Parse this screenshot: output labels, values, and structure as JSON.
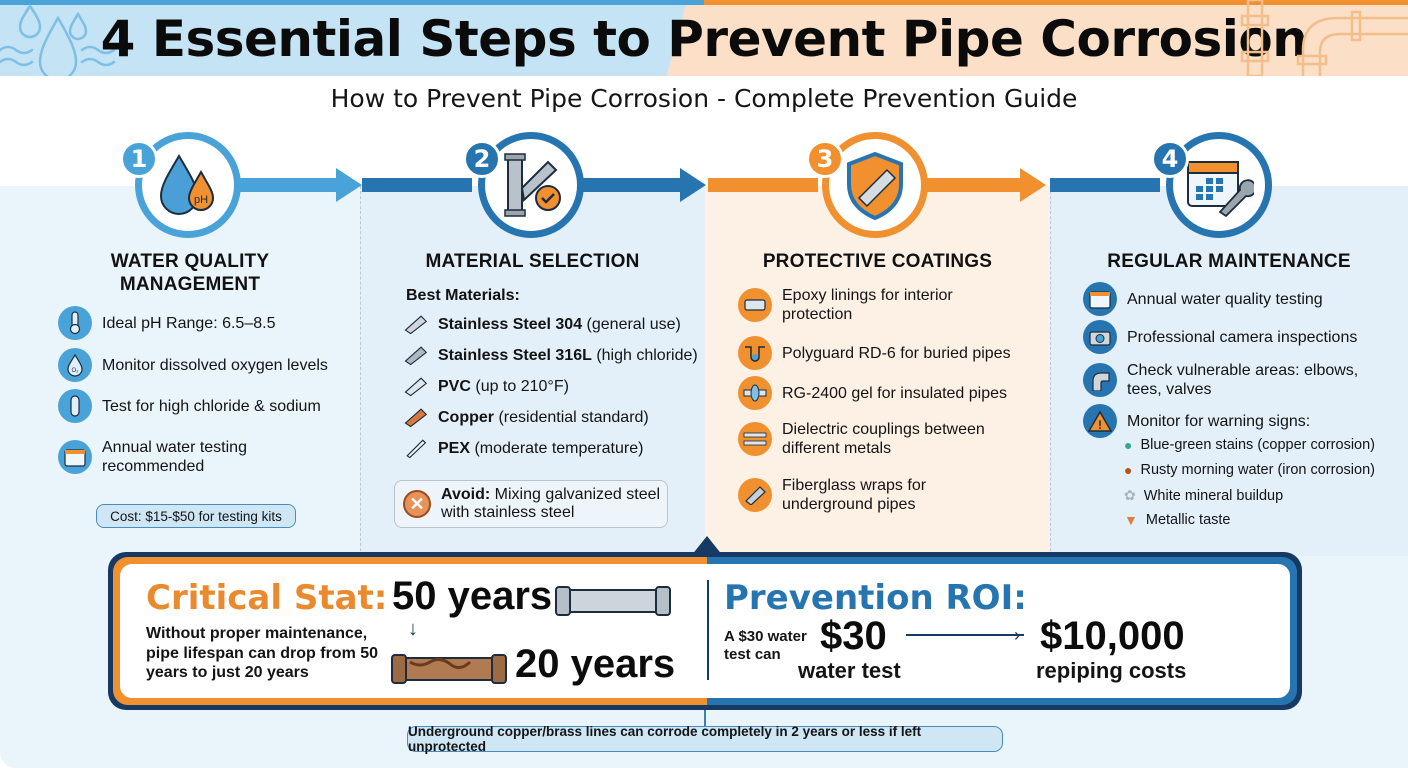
{
  "header": {
    "title": "4 Essential Steps to Prevent Pipe Corrosion",
    "subtitle": "How to Prevent Pipe Corrosion - Complete Prevention Guide",
    "left_icon": "water-drops-icon",
    "right_icon": "pipe-fittings-icon"
  },
  "colors": {
    "blue_light": "#4aa3d8",
    "blue_dark": "#2775b0",
    "navy": "#163a63",
    "orange": "#f0902f",
    "header_blue_bg": "#c4e3f5",
    "header_orange_bg": "#fbe0c7"
  },
  "steps": [
    {
      "number": "1",
      "icon": "water-ph-drops-icon",
      "title_line1": "WATER QUALITY",
      "title_line2": "MANAGEMENT",
      "items": [
        {
          "icon": "thermometer-icon",
          "text": "Ideal pH Range: 6.5–8.5"
        },
        {
          "icon": "oxygen-drop-icon",
          "text": "Monitor dissolved oxygen levels"
        },
        {
          "icon": "test-tube-icon",
          "text": "Test for high chloride & sodium"
        },
        {
          "icon": "calendar-icon",
          "text_line1": "Annual water testing",
          "text_line2": "recommended"
        }
      ],
      "cost_note": "Cost: $15-$50 for testing kits"
    },
    {
      "number": "2",
      "icon": "pipe-checkmark-icon",
      "title": "MATERIAL SELECTION",
      "subheading": "Best Materials:",
      "materials": [
        {
          "icon": "steel-pipe-icon",
          "name": "Stainless Steel 304",
          "note": "(general use)"
        },
        {
          "icon": "steel-pipe-icon",
          "name": "Stainless Steel 316L",
          "note": "(high chloride)"
        },
        {
          "icon": "pvc-pipe-icon",
          "name": "PVC",
          "note": "(up to 210°F)"
        },
        {
          "icon": "copper-pipe-icon",
          "name": "Copper",
          "note": "(residential standard)"
        },
        {
          "icon": "pex-pipe-icon",
          "name": "PEX",
          "note": "(moderate temperature)"
        }
      ],
      "avoid_label": "Avoid:",
      "avoid_text_line1": "Mixing galvanized steel",
      "avoid_text_line2": "with stainless steel"
    },
    {
      "number": "3",
      "icon": "shield-pipe-icon",
      "title": "PROTECTIVE COATINGS",
      "items": [
        {
          "icon": "epoxy-lining-icon",
          "text_line1": "Epoxy linings for interior",
          "text_line2": "protection"
        },
        {
          "icon": "buried-pipe-icon",
          "text": "Polyguard RD-6 for buried pipes"
        },
        {
          "icon": "gel-pipe-icon",
          "text": "RG-2400 gel for insulated pipes"
        },
        {
          "icon": "coupling-icon",
          "text_line1": "Dielectric couplings between",
          "text_line2": "different metals"
        },
        {
          "icon": "fiberglass-wrap-icon",
          "text_line1": "Fiberglass wraps for",
          "text_line2": "underground pipes"
        }
      ]
    },
    {
      "number": "4",
      "icon": "calendar-wrench-icon",
      "title": "REGULAR MAINTENANCE",
      "items": [
        {
          "icon": "calendar-icon",
          "text": "Annual water quality testing"
        },
        {
          "icon": "camera-icon",
          "text": "Professional camera inspections"
        },
        {
          "icon": "elbow-pipe-icon",
          "text_line1": "Check vulnerable areas: elbows,",
          "text_line2": "tees, valves"
        },
        {
          "icon": "warning-icon",
          "text": "Monitor for warning signs:"
        }
      ],
      "warning_signs": [
        {
          "icon": "green-drop-icon",
          "text": "Blue-green stains (copper corrosion)"
        },
        {
          "icon": "rust-drop-icon",
          "text": "Rusty morning water (iron corrosion)"
        },
        {
          "icon": "mineral-icon",
          "text": "White mineral buildup"
        },
        {
          "icon": "tongue-icon",
          "text": "Metallic taste"
        }
      ]
    }
  ],
  "critical_stat": {
    "title": "Critical Stat:",
    "description": "Without proper maintenance, pipe lifespan can drop from 50 years to just 20 years",
    "from_value": "50 years",
    "to_value": "20 years",
    "arrow": "↓"
  },
  "prevention_roi": {
    "title": "Prevention ROI:",
    "prefix": "A $30 water test can",
    "cost_value": "$30",
    "cost_label": "water test",
    "arrow": "›",
    "savings_value": "$10,000",
    "savings_label": "repiping costs"
  },
  "footer_note": "Underground copper/brass lines can corrode completely in 2 years or less if left unprotected"
}
